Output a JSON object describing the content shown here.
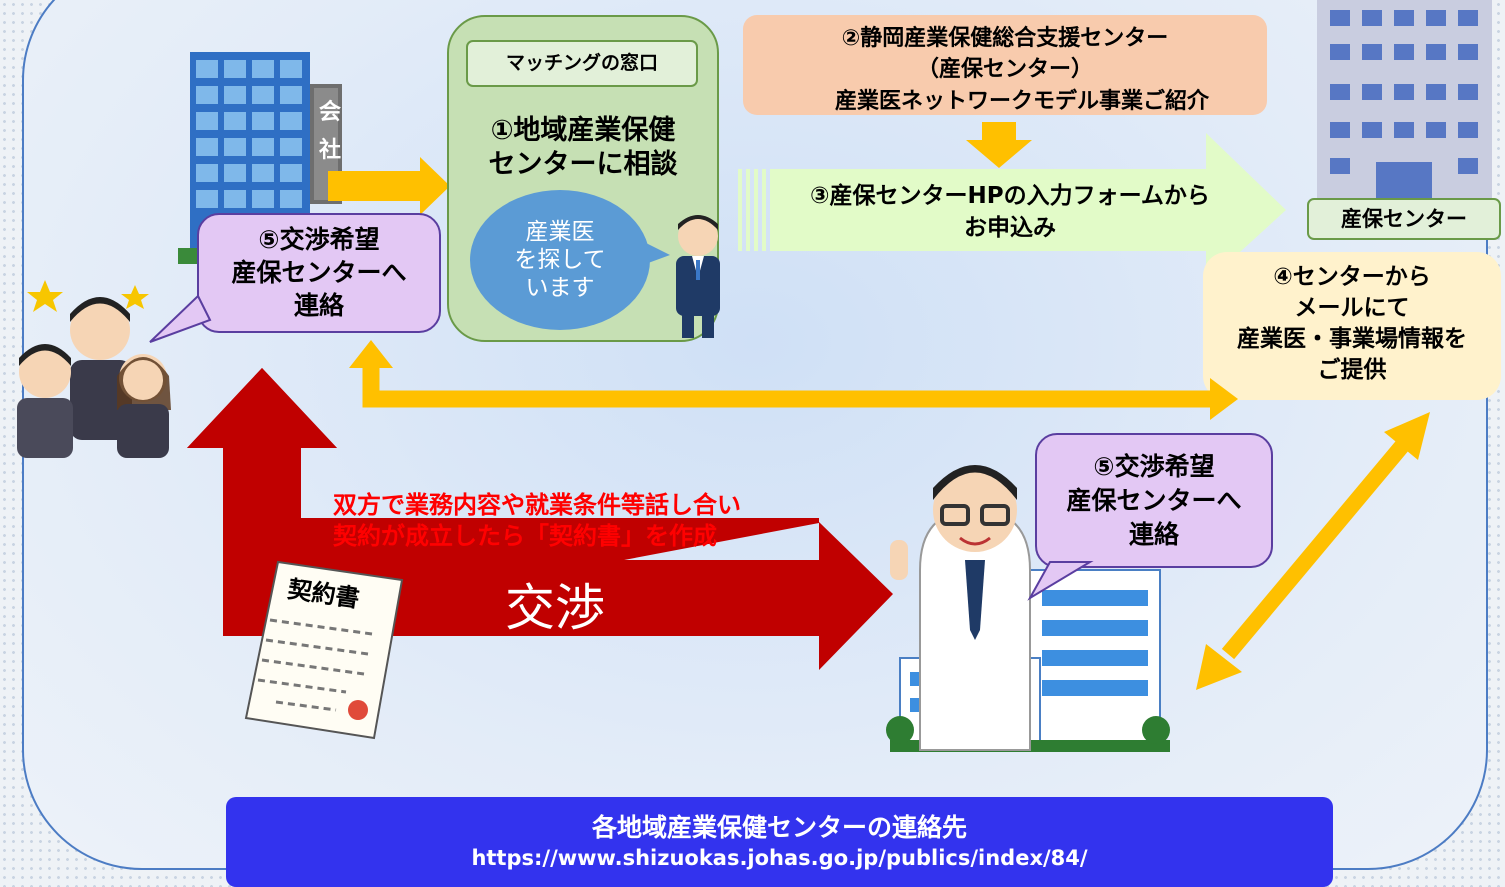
{
  "matching": {
    "window_label": "マッチングの窓口",
    "step1": "①地域産業保健\nセンターに相談",
    "bubble": "産業医\nを探して\nいます"
  },
  "step2": {
    "line1": "②静岡産業保健総合支援センター",
    "line2": "（産保センター）",
    "line3": "産業医ネットワークモデル事業ご紹介"
  },
  "step3": "③産保センターHPの入力フォームから\nお申込み",
  "center_label": "産保センター",
  "step4": "④センターから\nメールにて\n産業医・事業場情報を\nご提供",
  "company_step5": "⑤交渉希望\n産保センターへ\n連絡",
  "doctor_step5": "⑤交渉希望\n産保センターへ\n連絡",
  "company_sign": [
    "会",
    "社"
  ],
  "negotiation": {
    "note_line1": "双方で業務内容や就業条件等話し合い",
    "note_line2": "契約が成立したら「契約書」を作成",
    "arrow_label": "交渉"
  },
  "contract_title": "契約書",
  "footer": {
    "title": "各地域産業保健センターの連絡先",
    "url": "https://www.shizuokas.johas.go.jp/publics/index/84/"
  },
  "colors": {
    "red_arrow": "#c00000",
    "yellow_arrow": "#ffc000",
    "light_green_arrow": "#e2fbc8",
    "banner": "#3333ee",
    "purple_box": "#e3c8f4",
    "salmon_box": "#f8cbad"
  }
}
